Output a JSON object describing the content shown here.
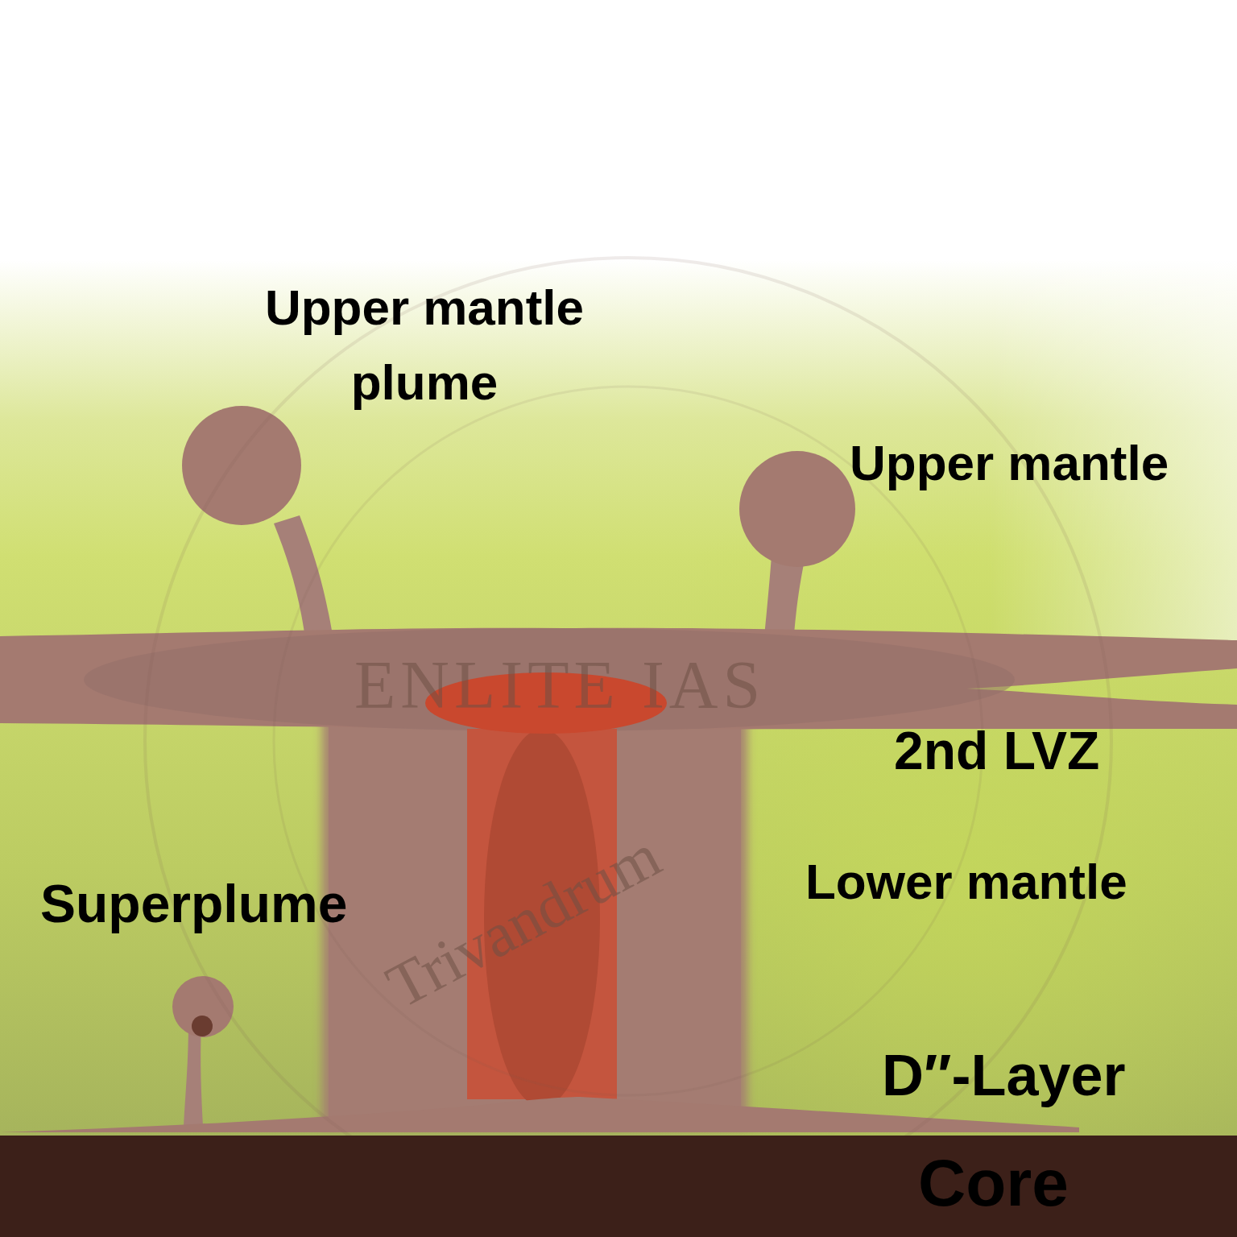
{
  "diagram": {
    "nodes": [
      {
        "text": [
          "Core"
        ]
      }
    ],
    "labels": [
      "Upper mantle plume",
      "Upper mantle",
      "2nd LVZ",
      "Lower mantle",
      "Superplume",
      "D″-Layer",
      "ENLITE IAS",
      "Trivandrum"
    ]
  }
}
